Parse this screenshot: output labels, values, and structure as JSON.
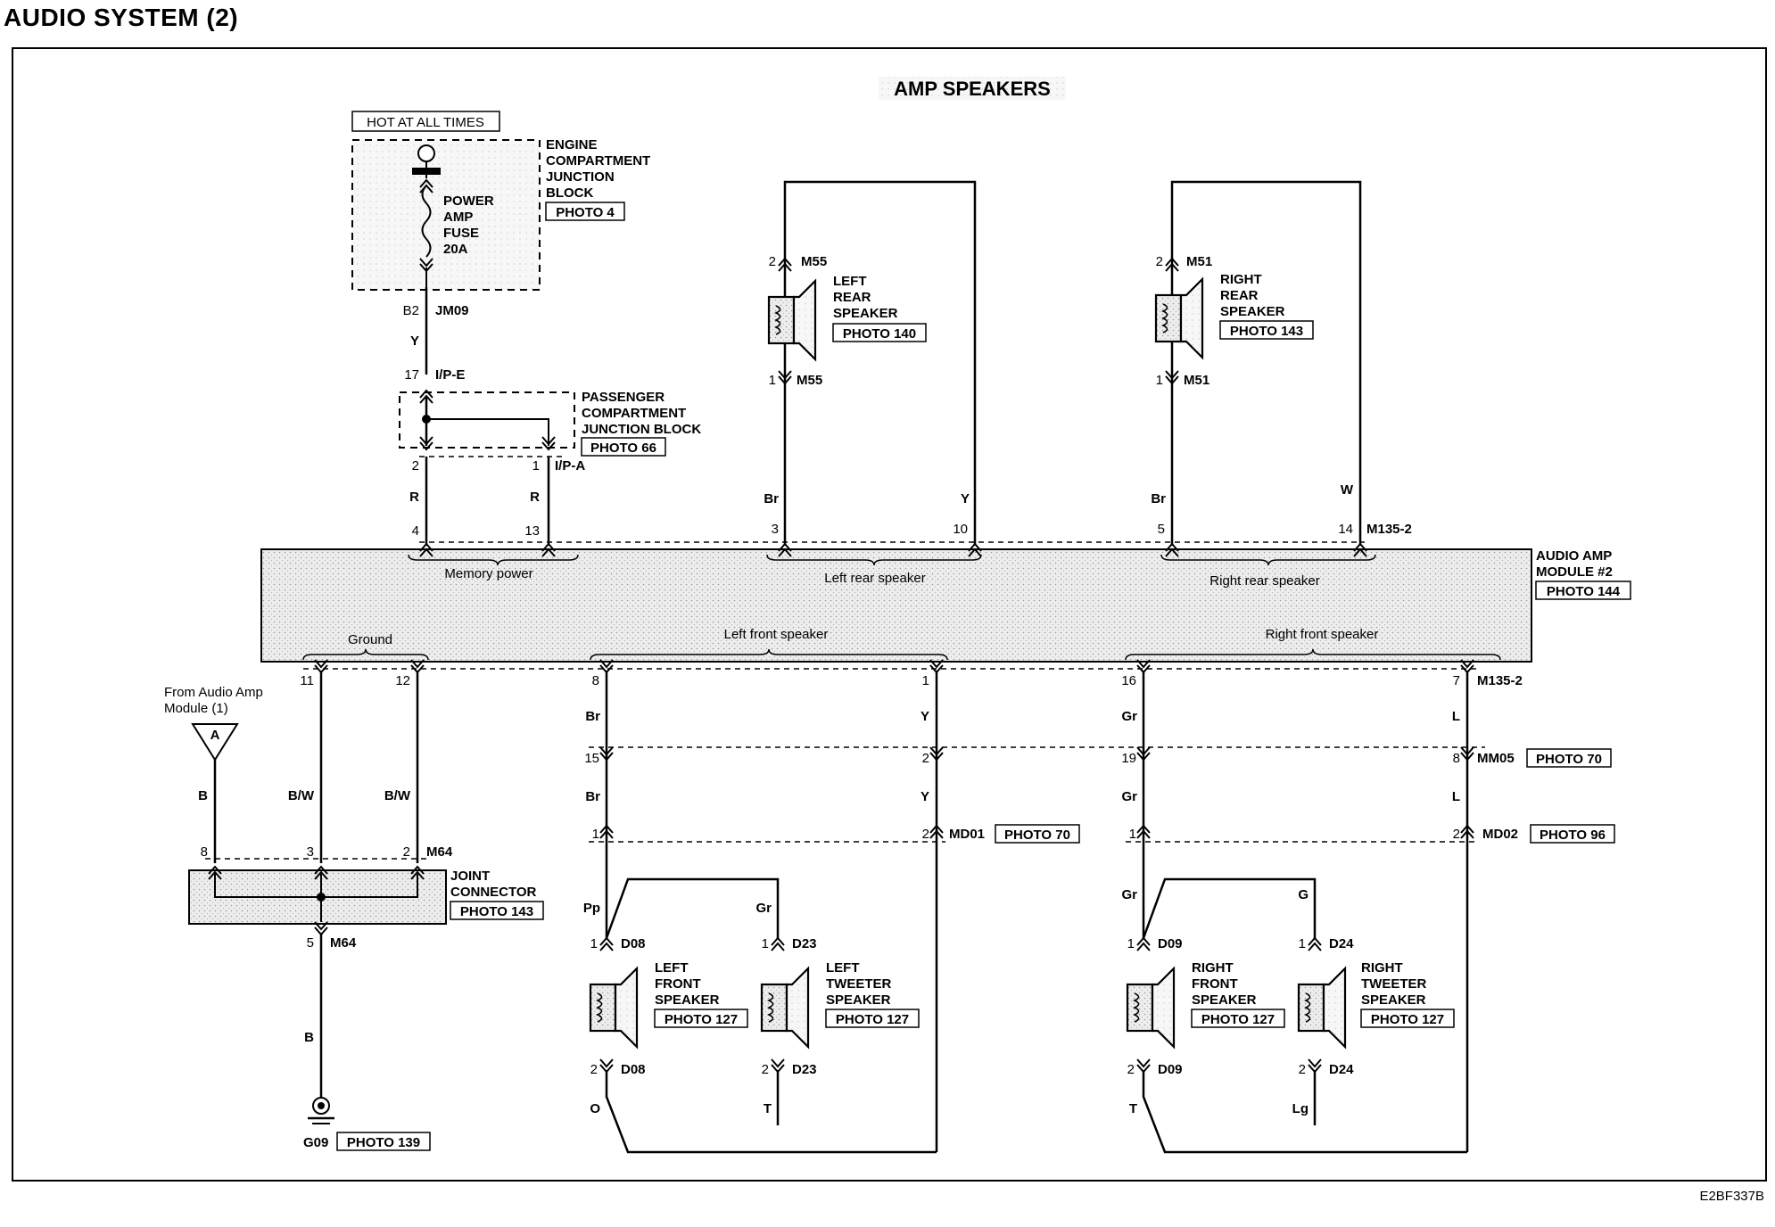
{
  "page": {
    "title": "AUDIO SYSTEM (2)",
    "subtitle": "AMP SPEAKERS",
    "doc_code": "E2BF337B"
  },
  "hot_label": "HOT AT ALL TIMES",
  "fuse": {
    "label": [
      "POWER",
      "AMP",
      "FUSE",
      "20A"
    ],
    "block": [
      "ENGINE",
      "COMPARTMENT",
      "JUNCTION",
      "BLOCK"
    ],
    "photo": "PHOTO 4",
    "pin": "B2",
    "connector": "JM09",
    "wire": "Y"
  },
  "pjb": {
    "label": [
      "PASSENGER",
      "COMPARTMENT",
      "JUNCTION BLOCK"
    ],
    "photo": "PHOTO 66",
    "in_pin": "17",
    "in_conn": "I/P-E",
    "out_pin_a": "2",
    "out_pin_b": "1",
    "out_conn": "I/P-A",
    "wire_a": "R",
    "wire_b": "R"
  },
  "amp": {
    "label": [
      "AUDIO AMP",
      "MODULE #2"
    ],
    "photo": "PHOTO 144",
    "connector": "M135-2",
    "groups": {
      "memory": "Memory power",
      "left_rear": "Left rear speaker",
      "right_rear": "Right rear speaker",
      "ground": "Ground",
      "left_front": "Left front speaker",
      "right_front": "Right front speaker"
    },
    "top_pins": [
      "4",
      "13",
      "3",
      "10",
      "5",
      "14"
    ],
    "bottom_pins": [
      "11",
      "12",
      "8",
      "1",
      "16",
      "7"
    ]
  },
  "left_rear": {
    "label": [
      "LEFT",
      "REAR",
      "SPEAKER"
    ],
    "photo": "PHOTO 140",
    "pin_top": "2",
    "pin_bot": "1",
    "connector": "M55",
    "wire_a": "Br",
    "wire_b": "Y"
  },
  "right_rear": {
    "label": [
      "RIGHT",
      "REAR",
      "SPEAKER"
    ],
    "photo": "PHOTO 143",
    "pin_top": "2",
    "pin_bot": "1",
    "connector": "M51",
    "wire_a": "Br",
    "wire_b": "W"
  },
  "from_amp": {
    "label": [
      "From Audio Amp",
      "Module (1)"
    ],
    "tag": "A",
    "wire": "B"
  },
  "joint": {
    "label": [
      "JOINT",
      "CONNECTOR"
    ],
    "photo": "PHOTO 143",
    "pins": [
      "8",
      "3",
      "2"
    ],
    "connector": "M64",
    "wire_a": "B/W",
    "wire_b": "B/W",
    "out_pin": "5",
    "out_conn": "M64",
    "out_wire": "B"
  },
  "ground": {
    "name": "G09",
    "photo": "PHOTO 139"
  },
  "mm05": {
    "connector": "MM05",
    "photo": "PHOTO 70",
    "pins": [
      "15",
      "2",
      "19",
      "8"
    ]
  },
  "md01": {
    "connector": "MD01",
    "photo": "PHOTO 70",
    "pins": [
      "1",
      "2"
    ]
  },
  "md02": {
    "connector": "MD02",
    "photo": "PHOTO 96",
    "pins": [
      "1",
      "2"
    ]
  },
  "wires_front": {
    "lf_top": "Br",
    "lf_top2": "Y",
    "rf_top": "Gr",
    "rf_top2": "L",
    "lf_mid": "Br",
    "lf_mid2": "Y",
    "rf_mid": "Gr",
    "rf_mid2": "L"
  },
  "left_front": {
    "label": [
      "LEFT",
      "FRONT",
      "SPEAKER"
    ],
    "photo": "PHOTO 127",
    "connector": "D08",
    "pin_top": "1",
    "pin_bot": "2",
    "wire_top": "Pp",
    "wire_bot": "O"
  },
  "left_tweeter": {
    "label": [
      "LEFT",
      "TWEETER",
      "SPEAKER"
    ],
    "photo": "PHOTO 127",
    "connector": "D23",
    "pin_top": "1",
    "pin_bot": "2",
    "wire_top": "Gr",
    "wire_bot": "T"
  },
  "right_front": {
    "label": [
      "RIGHT",
      "FRONT",
      "SPEAKER"
    ],
    "photo": "PHOTO 127",
    "connector": "D09",
    "pin_top": "1",
    "pin_bot": "2",
    "wire_top": "Gr",
    "wire_bot": "T"
  },
  "right_tweeter": {
    "label": [
      "RIGHT",
      "TWEETER",
      "SPEAKER"
    ],
    "photo": "PHOTO 127",
    "connector": "D24",
    "pin_top": "1",
    "pin_bot": "2",
    "wire_top": "G",
    "wire_bot": "Lg"
  }
}
